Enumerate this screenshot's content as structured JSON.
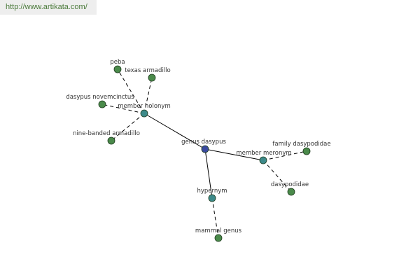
{
  "watermark": {
    "url": "http://www.artikata.com/",
    "color": "#4a7a3a"
  },
  "colors": {
    "center": "#3a4aa0",
    "relation": "#3d8a8a",
    "leaf": "#4a8a4a"
  },
  "graph": {
    "center": {
      "label": "genus dasypus"
    },
    "relations": [
      {
        "label": "member holonym"
      },
      {
        "label": "member meronym"
      },
      {
        "label": "hypernym"
      }
    ],
    "leaves": [
      {
        "label": "peba"
      },
      {
        "label": "texas armadillo"
      },
      {
        "label": "dasypus novemcinctus"
      },
      {
        "label": "nine-banded armadillo"
      },
      {
        "label": "family dasypodidae"
      },
      {
        "label": "dasypodidae"
      },
      {
        "label": "mammal genus"
      }
    ]
  }
}
